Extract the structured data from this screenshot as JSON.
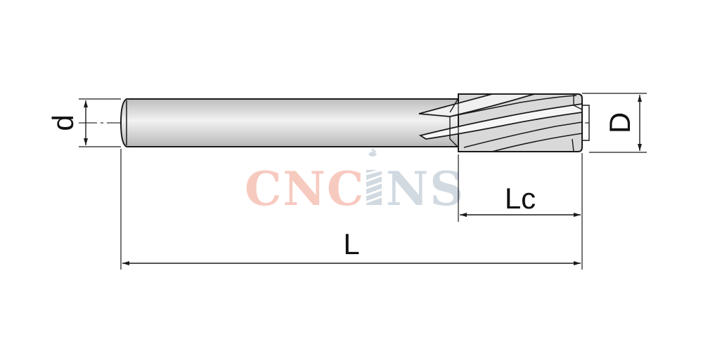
{
  "dimensions": {
    "shank_diameter": "d",
    "cutting_diameter": "D",
    "cutting_length": "Lc",
    "overall_length": "L"
  },
  "watermark": {
    "part1": "CNC",
    "part2": "NS",
    "color1": "#f7c8bd",
    "color2": "#cfd8e0"
  },
  "colors": {
    "line": "#1a1a1a",
    "body_fill": "#d7d7d7",
    "highlight": "#f4f4f4"
  }
}
